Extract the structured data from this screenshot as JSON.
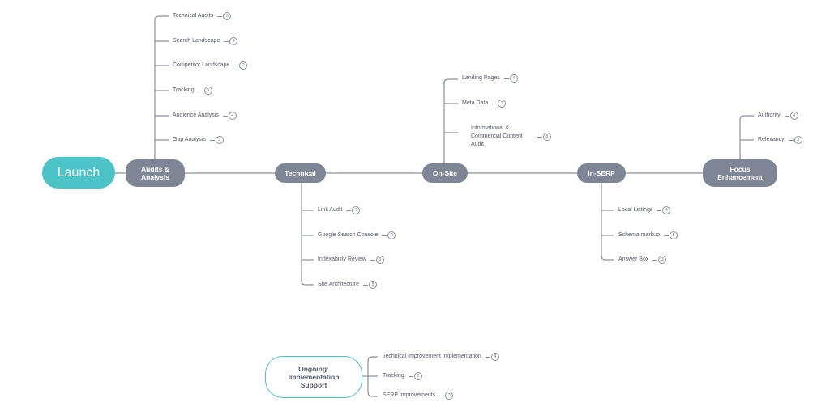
{
  "colors": {
    "line": "#8a909b",
    "node": "#7e8696",
    "accent": "#4cc3c6"
  },
  "root": {
    "label": "Launch"
  },
  "branches": [
    {
      "id": "audits",
      "label": "Audits &\nAnalysis",
      "items": [
        {
          "label": "Technical Audits",
          "count": "3"
        },
        {
          "label": "Search Landscape",
          "count": "4"
        },
        {
          "label": "Competitor Landscape",
          "count": "2"
        },
        {
          "label": "Tracking",
          "count": "3"
        },
        {
          "label": "Audience Analysis",
          "count": "4"
        },
        {
          "label": "Gap Analysis",
          "count": "3"
        }
      ]
    },
    {
      "id": "technical",
      "label": "Technical",
      "items": [
        {
          "label": "Link Audit",
          "count": "7"
        },
        {
          "label": "Google Search Console",
          "count": "2"
        },
        {
          "label": "Indexability Review",
          "count": "3"
        },
        {
          "label": "Site Architecture",
          "count": "5"
        }
      ]
    },
    {
      "id": "onsite",
      "label": "On-Site",
      "items": [
        {
          "label": "Landing Pages",
          "count": "4"
        },
        {
          "label": "Meta Data",
          "count": "3"
        },
        {
          "label": "Informational &\nCommercial Content\nAudit",
          "count": "8"
        }
      ]
    },
    {
      "id": "inserp",
      "label": "In-SERP",
      "items": [
        {
          "label": "Local Listings",
          "count": "4"
        },
        {
          "label": "Schema markup",
          "count": "5"
        },
        {
          "label": "Answer Box",
          "count": "3"
        }
      ]
    },
    {
      "id": "focus",
      "label": "Focus\nEnhancement",
      "items": [
        {
          "label": "Authority",
          "count": "4"
        },
        {
          "label": "Relevancy",
          "count": "3"
        }
      ]
    }
  ],
  "ongoing": {
    "label": "Ongoing:\nImplementation\nSupport",
    "items": [
      {
        "label": "Technical Improvement Implementation",
        "count": "4"
      },
      {
        "label": "Tracking",
        "count": "2"
      },
      {
        "label": "SERP Improvements",
        "count": "3"
      }
    ]
  }
}
